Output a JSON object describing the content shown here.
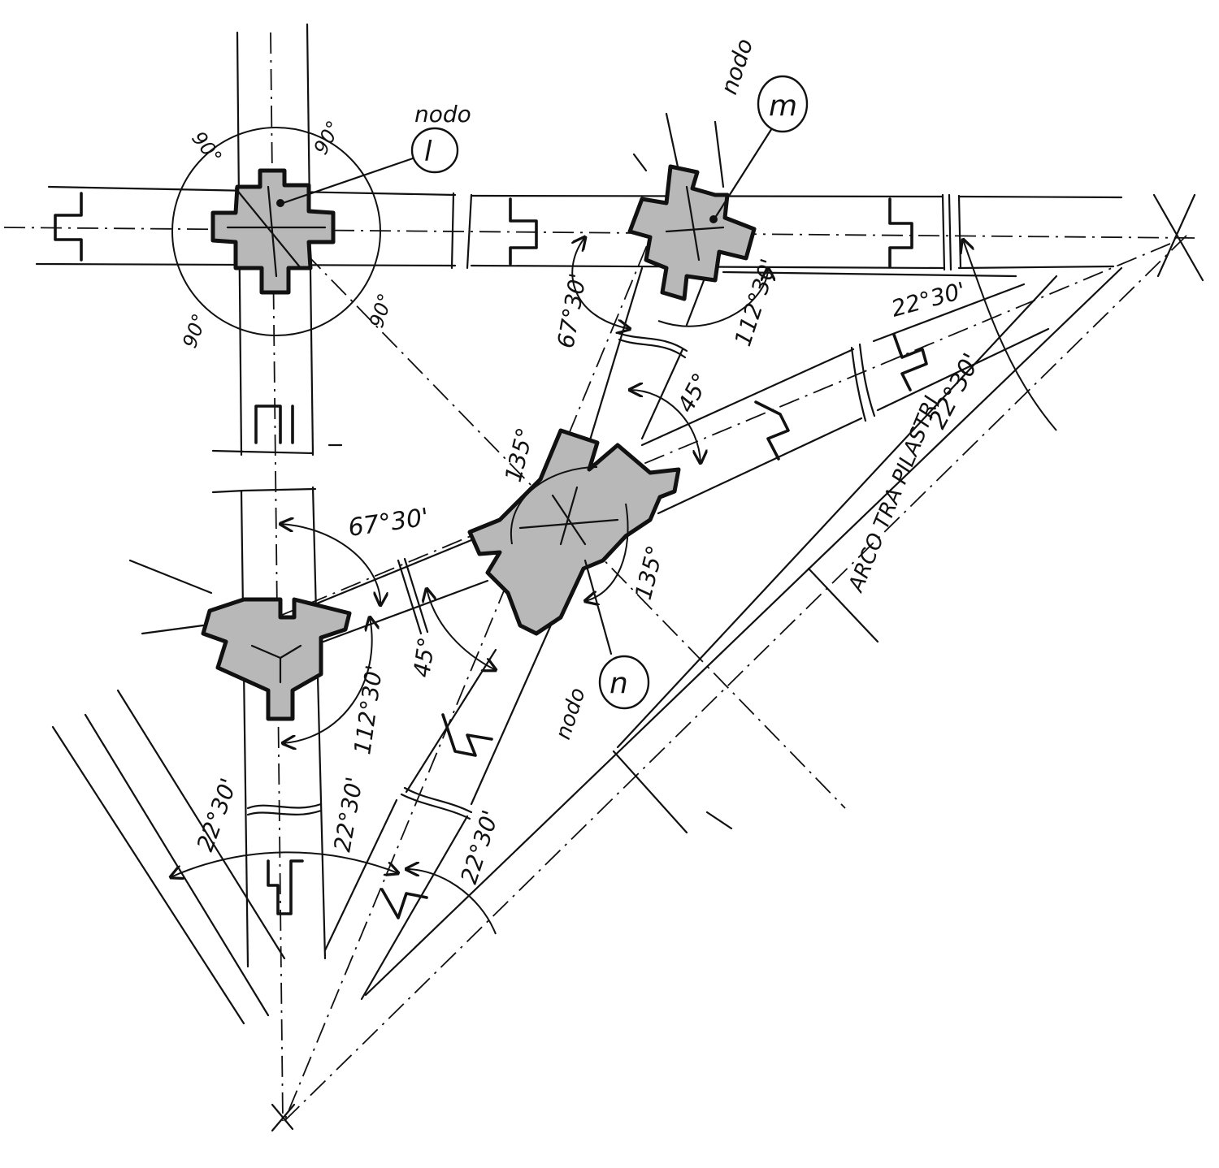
{
  "labels": {
    "node_word": "nodo",
    "node_l": "l",
    "node_m": "m",
    "node_n": "n",
    "arch_note": "ARCO TRA PILASTRI",
    "angle_90": "90°",
    "angle_67_30": "67°30'",
    "angle_112_30": "112°30'",
    "angle_45": "45°",
    "angle_135": "135°",
    "angle_22_30": "22°30'"
  },
  "colors": {
    "ink": "#111111",
    "pier_fill": "#b8b8b8",
    "paper": "#ffffff"
  }
}
